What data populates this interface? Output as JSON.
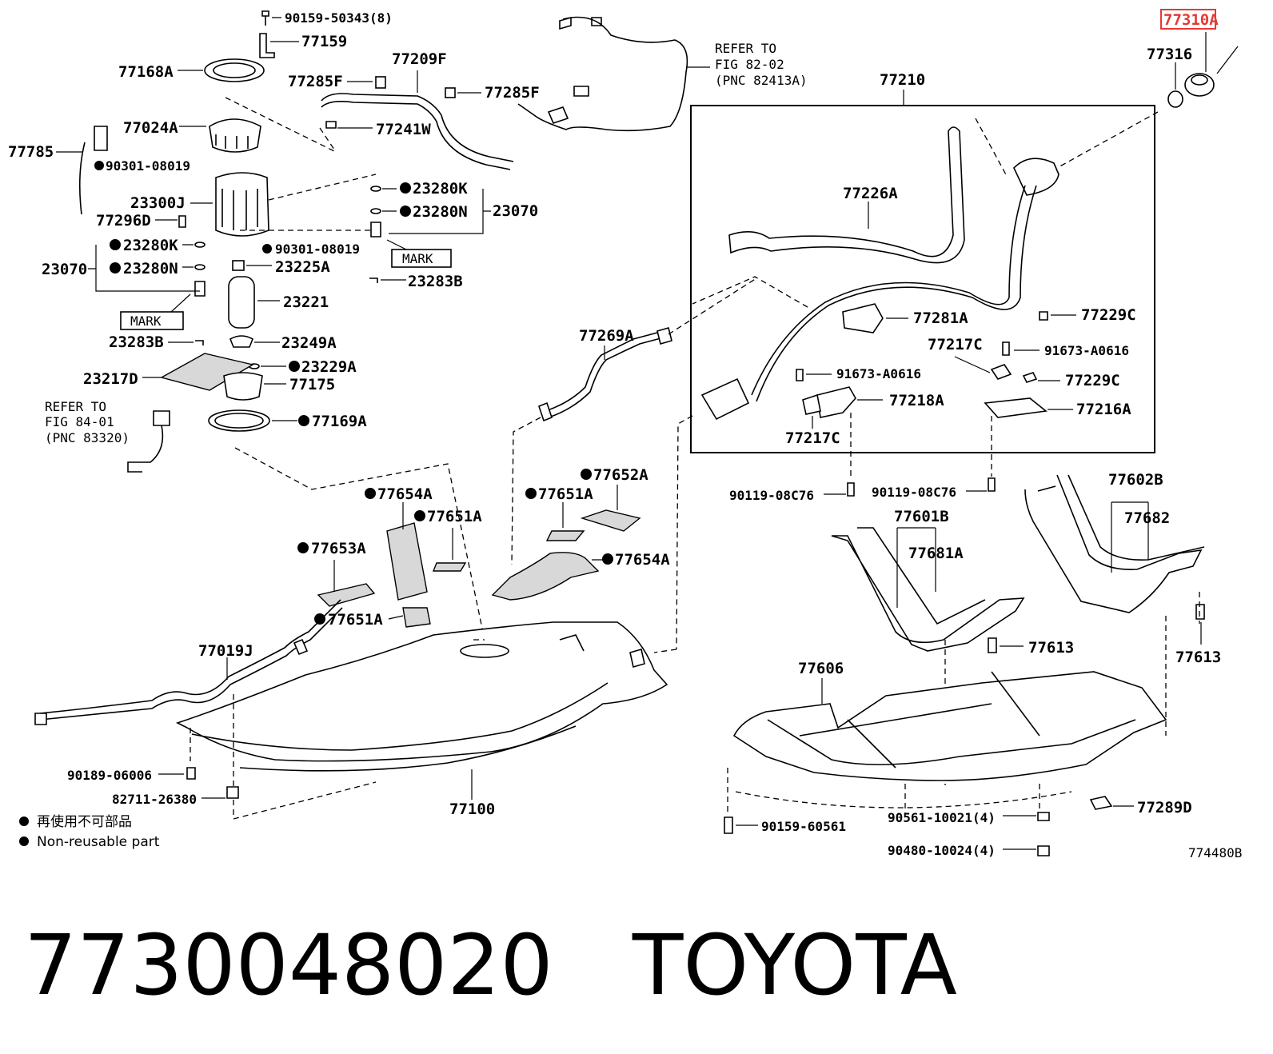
{
  "diagram_labels": {
    "p90159_50343": "90159-50343(8)",
    "p77159": "77159",
    "p77168A": "77168A",
    "p77209F": "77209F",
    "p77285F_a": "77285F",
    "p77285F_b": "77285F",
    "p77024A": "77024A",
    "p77241W": "77241W",
    "p77785": "77785",
    "p90301_08019_a": "90301-08019",
    "p23300J": "23300J",
    "p77296D": "77296D",
    "p23280K_r": "23280K",
    "p23280N_r": "23280N",
    "p23070_r": "23070",
    "p23280K_l": "23280K",
    "p23280N_l": "23280N",
    "p23070_l": "23070",
    "p90301_08019_b": "90301-08019",
    "p23225A": "23225A",
    "mark_r": "MARK",
    "mark_l": "MARK",
    "p23283B_r": "23283B",
    "p23221": "23221",
    "p23283B_l": "23283B",
    "p23249A": "23249A",
    "p23229A": "23229A",
    "p23217D": "23217D",
    "p77175": "77175",
    "p77169A": "77169A",
    "refer1_line1": "REFER TO",
    "refer1_line2": "FIG 84-01",
    "refer1_line3": "(PNC 83320)",
    "refer2_line1": "REFER TO",
    "refer2_line2": "FIG 82-02",
    "refer2_line3": "(PNC 82413A)",
    "p77310A": "77310A",
    "p77316": "77316",
    "p77210": "77210",
    "p77226A": "77226A",
    "p77281A": "77281A",
    "p77229C_a": "77229C",
    "p77217C_a": "77217C",
    "p91673_A0616_a": "91673-A0616",
    "p91673_A0616_b": "91673-A0616",
    "p77229C_b": "77229C",
    "p77218A": "77218A",
    "p77216A": "77216A",
    "p77217C_b": "77217C",
    "p77269A": "77269A",
    "p77652A": "77652A",
    "p77651A_a": "77651A",
    "p77654A_a": "77654A",
    "p77651A_b": "77651A",
    "p77653A": "77653A",
    "p77654A_b": "77654A",
    "p77651A_c": "77651A",
    "p77019J": "77019J",
    "p90189_06006": "90189-06006",
    "p82711_26380": "82711-26380",
    "p77100": "77100",
    "p90119_08C76_a": "90119-08C76",
    "p90119_08C76_b": "90119-08C76",
    "p77602B": "77602B",
    "p77682": "77682",
    "p77601B": "77601B",
    "p77681A": "77681A",
    "p77613_a": "77613",
    "p77613_b": "77613",
    "p77606": "77606",
    "p77289D": "77289D",
    "p90159_60561": "90159-60561",
    "p90561_10021": "90561-10021(4)",
    "p90480_10024": "90480-10024(4)",
    "figure_code": "774480B"
  },
  "legend": {
    "jp": "再使用不可部品",
    "en": "Non-reusable part"
  },
  "caption": {
    "part_number": "7730048020",
    "brand": "TOYOTA"
  },
  "colors": {
    "highlight": "#e53935",
    "ink": "#000000",
    "shade": "#d8d8d8"
  }
}
